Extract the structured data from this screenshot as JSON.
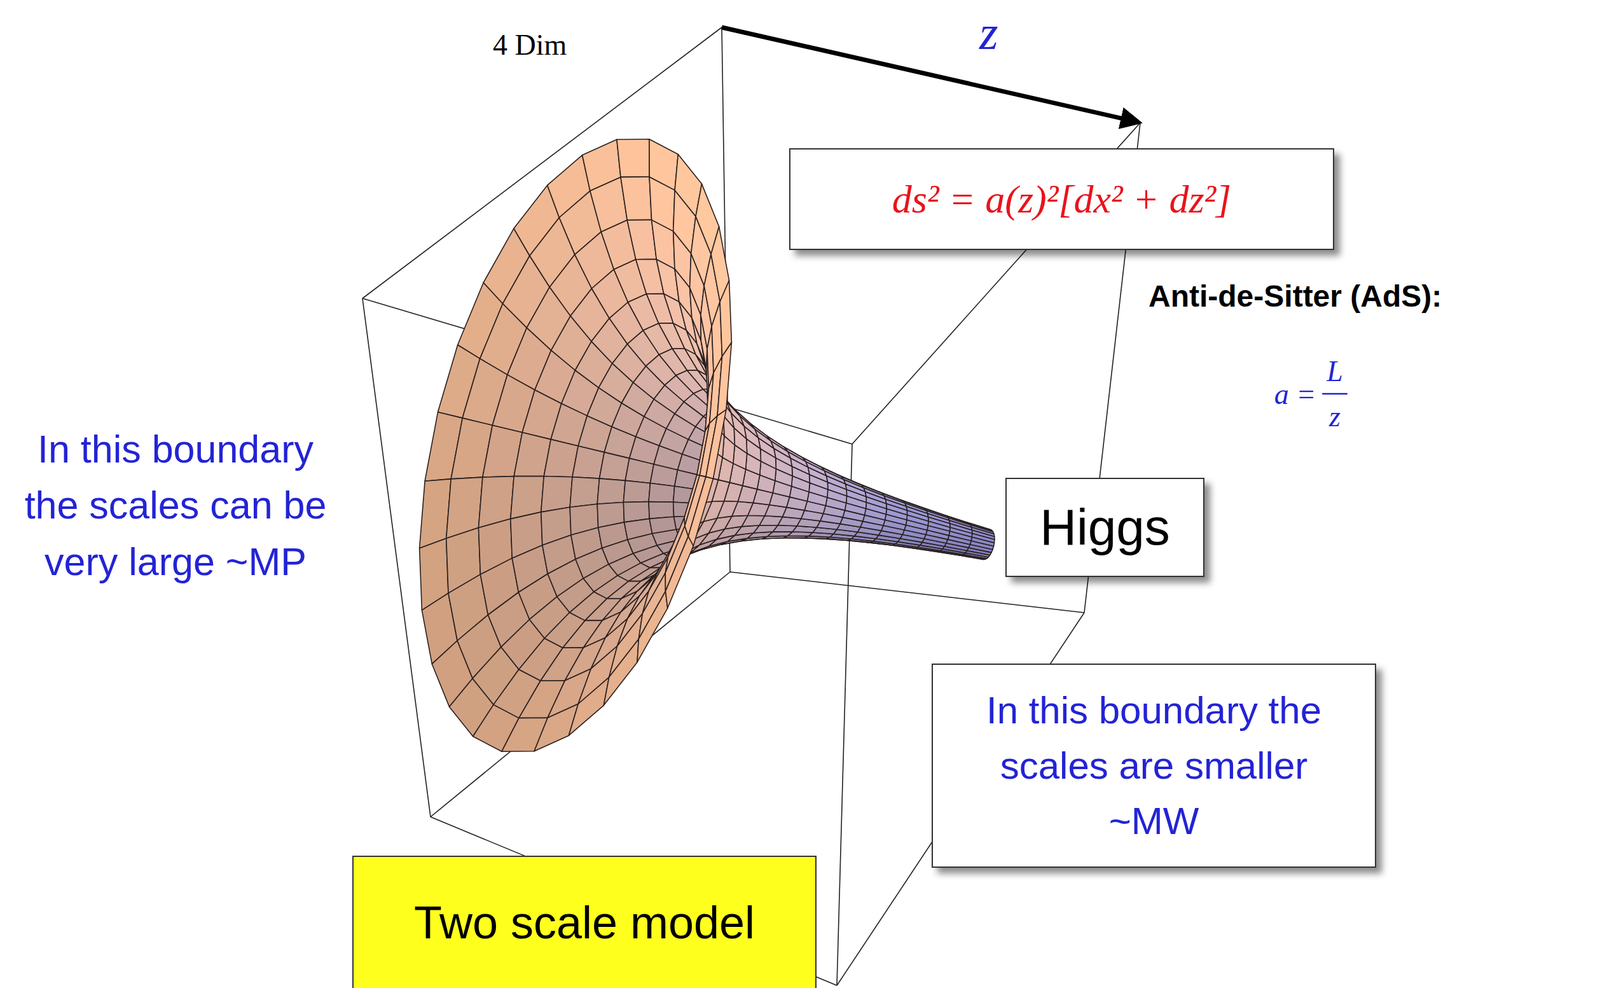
{
  "diagram": {
    "nodes": [
      {
        "text": [
          "ds² = a(z)²[dx² + dz²]"
        ]
      },
      {
        "text": [
          "Higgs"
        ]
      },
      {
        "text": [
          "In this boundary the scales are smaller ~MW"
        ]
      },
      {
        "text": [
          "Two scale model"
        ]
      }
    ],
    "labels": [
      "4 Dim",
      "z",
      "Anti-de-Sitter (AdS):",
      "a =",
      "L",
      "z",
      "In this boundary the scales can be very large ~MP"
    ]
  }
}
